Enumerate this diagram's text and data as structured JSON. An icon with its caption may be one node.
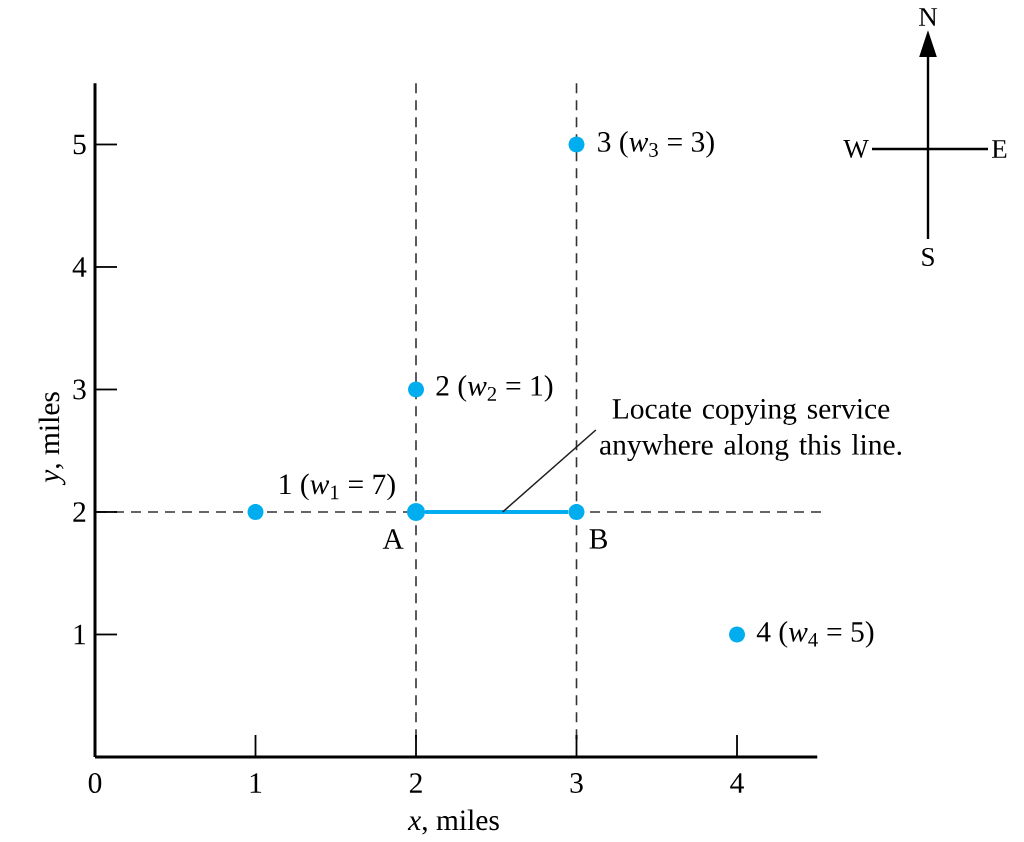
{
  "diagram": {
    "nodes": [
      {
        "text": [
          "Locate copying service anywhere along this line."
        ]
      },
      {
        "text": [],
        "shape": "circle",
        "beside": [
          "1 (*w*$_{1}$ = 7)"
        ]
      },
      {
        "text": [],
        "shape": "circle",
        "beside": [
          "2 (*w*$_{2}$ = 1)"
        ]
      },
      {
        "text": [],
        "shape": "circle",
        "beside": [
          "A"
        ]
      },
      {
        "text": [],
        "shape": "circle",
        "beside": [
          "3 (*w*$_{3}$ = 3)"
        ]
      },
      {
        "text": [],
        "shape": "circle",
        "beside": [
          "B"
        ]
      },
      {
        "text": [],
        "shape": "circle",
        "beside": [
          "4 (*w*$_{4}$ = 5)"
        ]
      }
    ],
    "edges": [
      {
        "from": 3,
        "to": 5,
        "arrow": "none",
        "style": "thick",
        "color": "#00aeef"
      },
      {
        "from": 0,
        "to": null,
        "arrow": "none",
        "color": "#231f20"
      }
    ],
    "labels": [
      "N",
      "W",
      "E",
      "S"
    ],
    "chart_data": {
      "type": "scatter",
      "xlabel": "*x*, miles",
      "ylabel": "*y*, miles",
      "x": [
        1,
        2,
        3,
        4
      ],
      "series": [
        {
          "color": "#00aeef",
          "values": [
            2,
            3,
            5,
            1
          ]
        },
        {
          "color": "#00aeef",
          "values": [
            null,
            2,
            2,
            null
          ]
        }
      ],
      "xlim": [
        0,
        4.5
      ],
      "ylim": [
        0,
        5.5
      ],
      "xticks": [
        0,
        1,
        2,
        3,
        4
      ],
      "yticks": [
        1,
        2,
        3,
        4,
        5
      ],
      "grid": true
    }
  }
}
